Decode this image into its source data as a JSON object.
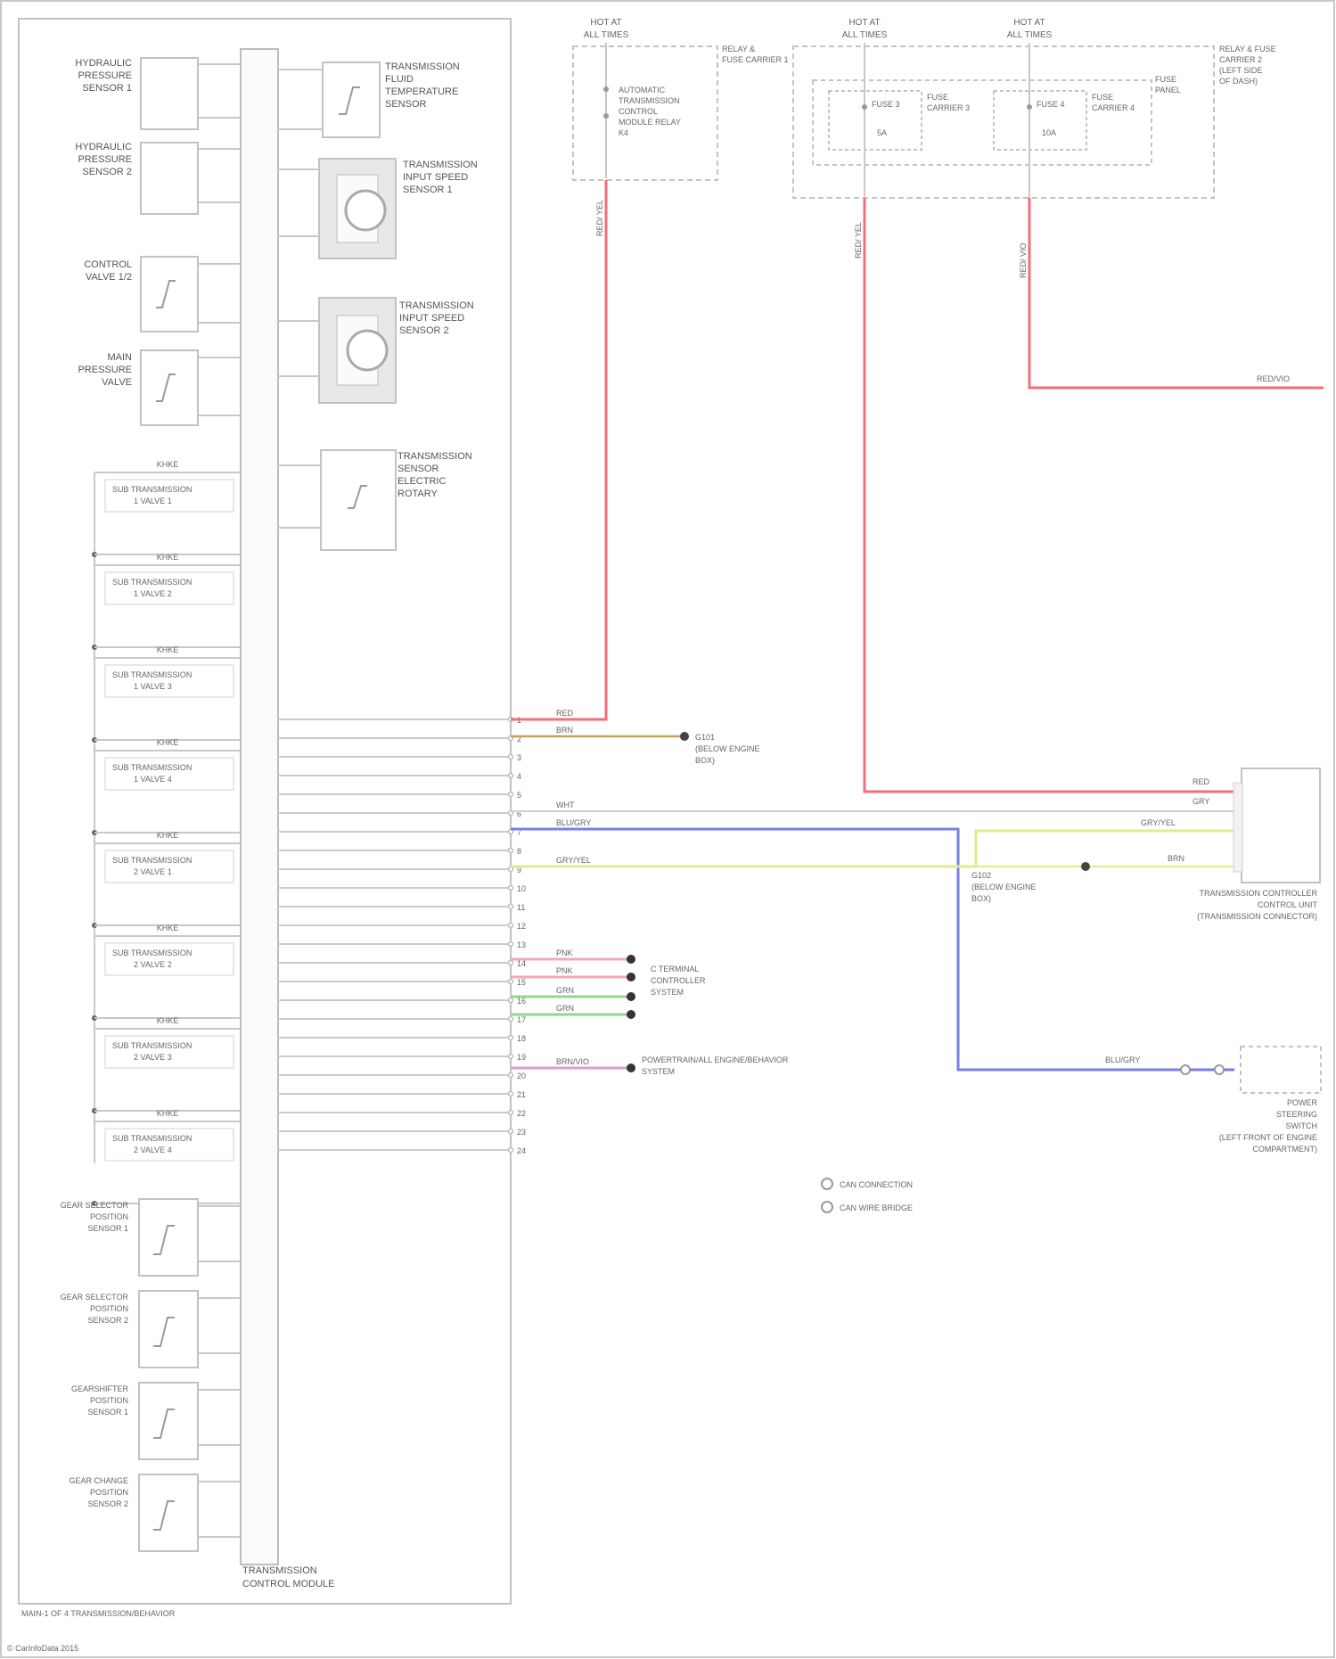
{
  "fuse_sources": [
    {
      "id": "hot1",
      "line1": "HOT AT",
      "line2": "ALL TIMES"
    },
    {
      "id": "hot2",
      "line1": "HOT AT",
      "line2": "ALL TIMES"
    },
    {
      "id": "hot3",
      "line1": "HOT AT",
      "line2": "ALL TIMES"
    }
  ],
  "relay_box_left": {
    "title": [
      "RELAY &",
      "FUSE CARRIER 1"
    ],
    "content": [
      "AUTOMATIC",
      "TRANSMISSION",
      "CONTROL",
      "MODULE RELAY",
      "K4"
    ]
  },
  "relay_box_right": {
    "title": [
      "RELAY & FUSE",
      "CARRIER 2",
      "(LEFT SIDE",
      "OF DASH)"
    ],
    "fuse_panel_label": [
      "FUSE",
      "PANEL"
    ],
    "fuse_a": {
      "name": "FUSE 3",
      "amps": "5A",
      "carrier": [
        "FUSE",
        "CARRIER 3"
      ]
    },
    "fuse_b": {
      "name": "FUSE 4",
      "amps": "10A",
      "carrier": [
        "FUSE",
        "CARRIER 4"
      ]
    }
  },
  "wire_top_labels": {
    "w1": "RED/ YEL",
    "w2": "RED/ YEL",
    "w3": "RED/ VIO",
    "w3_end": "RED/VIO"
  },
  "module": {
    "label_line1": "TRANSMISSION",
    "label_line2": "CONTROL MODULE"
  },
  "left_components": [
    {
      "name": [
        "HYDRAULIC",
        "PRESSURE",
        "SENSOR 1"
      ]
    },
    {
      "name": [
        "HYDRAULIC",
        "PRESSURE",
        "SENSOR 2"
      ]
    },
    {
      "name": [
        "CONTROL",
        "VALVE 1/2"
      ]
    },
    {
      "name": [
        "MAIN",
        "PRESSURE",
        "VALVE"
      ]
    }
  ],
  "solenoid_valves": [
    {
      "top": "KHKE",
      "name": [
        "SUB TRANSMISSION",
        "1 VALVE 1"
      ]
    },
    {
      "top": "KHKE",
      "name": [
        "SUB TRANSMISSION",
        "1 VALVE 2"
      ]
    },
    {
      "top": "KHKE",
      "name": [
        "SUB TRANSMISSION",
        "1 VALVE 3"
      ]
    },
    {
      "top": "KHKE",
      "name": [
        "SUB TRANSMISSION",
        "1 VALVE 4"
      ]
    },
    {
      "top": "KHKE",
      "name": [
        "SUB TRANSMISSION",
        "2 VALVE 1"
      ]
    },
    {
      "top": "KHKE",
      "name": [
        "SUB TRANSMISSION",
        "2 VALVE 2"
      ]
    },
    {
      "top": "KHKE",
      "name": [
        "SUB TRANSMISSION",
        "2 VALVE 3"
      ]
    },
    {
      "top": "KHKE",
      "name": [
        "SUB TRANSMISSION",
        "2 VALVE 4"
      ]
    }
  ],
  "lower_sensors": [
    {
      "name": [
        "GEAR SELECTOR",
        "POSITION",
        "SENSOR 1"
      ]
    },
    {
      "name": [
        "GEAR SELECTOR",
        "POSITION",
        "SENSOR 2"
      ]
    },
    {
      "name": [
        "GEARSHIFTER",
        "POSITION",
        "SENSOR 1"
      ]
    },
    {
      "name": [
        "GEAR CHANGE",
        "POSITION",
        "SENSOR 2"
      ]
    }
  ],
  "right_components": [
    {
      "name": [
        "TRANSMISSION",
        "FLUID",
        "TEMPERATURE",
        "SENSOR"
      ]
    },
    {
      "name": [
        "TRANSMISSION",
        "INPUT SPEED",
        "SENSOR 1"
      ]
    },
    {
      "name": [
        "TRANSMISSION",
        "INPUT SPEED",
        "SENSOR 2"
      ]
    },
    {
      "name": [
        "TRANSMISSION",
        "SENSOR",
        "ELECTRIC",
        "ROTARY"
      ]
    }
  ],
  "pin_wires": [
    {
      "label": "RED",
      "color": "#ef6f7e"
    },
    {
      "label": "BRN",
      "color": "#c7a25a"
    },
    {
      "label": "WHT",
      "color": "#cfcfcf"
    },
    {
      "label": "BLU/GRY",
      "color": "#7b7de8"
    },
    {
      "label": "GRY/YEL",
      "color": "#e4ea8c"
    },
    {
      "label": "PNK",
      "color": "#f4aab4"
    },
    {
      "label": "PNK",
      "color": "#f4aab4"
    },
    {
      "label": "GRN",
      "color": "#8fd88f"
    },
    {
      "label": "GRN",
      "color": "#8fd88f"
    },
    {
      "label": "BRN/VIO",
      "color": "#d3a2d6"
    }
  ],
  "pin_numbers": [
    "1",
    "2",
    "3",
    "4",
    "5",
    "6",
    "7",
    "8",
    "9",
    "10",
    "11",
    "12",
    "13",
    "14",
    "15",
    "16",
    "17",
    "18",
    "19",
    "20",
    "21",
    "22",
    "23",
    "24"
  ],
  "right_dest": {
    "g1": [
      "G101",
      "(BELOW ENGINE",
      "BOX)"
    ],
    "can": [
      "C TERMINAL",
      "CONTROLLER",
      "SYSTEM"
    ],
    "pwr": [
      "POWERTRAIN/ALL ENGINE/BEHAVIOR",
      "SYSTEM"
    ],
    "g2": [
      "G102",
      "(BELOW ENGINE",
      "BOX)"
    ],
    "tr_connector": [
      "TRANSMISSION CONTROLLER",
      "CONTROL UNIT",
      "(TRANSMISSION CONNECTOR)"
    ],
    "tr_wires": [
      "RED",
      "GRY",
      "BLU/GRY",
      "BRN"
    ],
    "side_gry_yel": "GRY/YEL",
    "side_blu": "BLU/GRY",
    "power_steering": [
      "POWER",
      "STEERING",
      "SWITCH",
      "(LEFT FRONT OF ENGINE",
      "COMPARTMENT)"
    ]
  },
  "legend": [
    {
      "label": "CAN CONNECTION"
    },
    {
      "label": "CAN WIRE BRIDGE"
    }
  ],
  "footer": "MAIN-1 OF 4 TRANSMISSION/BEHAVIOR",
  "copyright": "© CarInfoData 2015",
  "colors": {
    "red": "#ef6f7e",
    "blue": "#7b7de8",
    "yellow": "#e4ea8c",
    "frame": "#b8b8b8"
  }
}
